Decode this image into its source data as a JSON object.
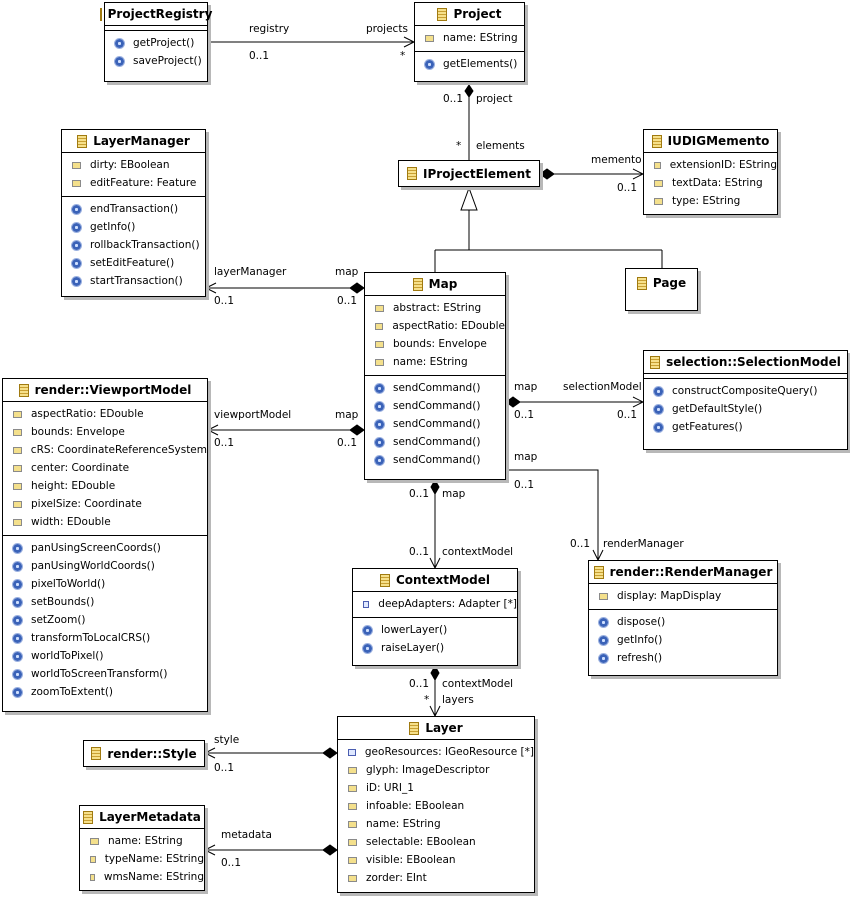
{
  "classes": {
    "projectRegistry": {
      "name": "ProjectRegistry",
      "attributes": [],
      "operations": [
        "getProject()",
        "saveProject()"
      ]
    },
    "project": {
      "name": "Project",
      "attributes": [
        "name: EString"
      ],
      "operations": [
        "getElements()"
      ]
    },
    "layerManager": {
      "name": "LayerManager",
      "attributes": [
        "dirty: EBoolean",
        "editFeature: Feature"
      ],
      "operations": [
        "endTransaction()",
        "getInfo()",
        "rollbackTransaction()",
        "setEditFeature()",
        "startTransaction()"
      ]
    },
    "iProjectElement": {
      "name": "IProjectElement"
    },
    "iudigMemento": {
      "name": "IUDIGMemento",
      "attributes": [
        "extensionID: EString",
        "textData: EString",
        "type: EString"
      ]
    },
    "map": {
      "name": "Map",
      "attributes": [
        "abstract: EString",
        "aspectRatio: EDouble",
        "bounds: Envelope",
        "name: EString"
      ],
      "operations": [
        "sendCommand()",
        "sendCommand()",
        "sendCommand()",
        "sendCommand()",
        "sendCommand()"
      ]
    },
    "page": {
      "name": "Page"
    },
    "selectionModel": {
      "name": "selection::SelectionModel",
      "attributes": [],
      "operations": [
        "constructCompositeQuery()",
        "getDefaultStyle()",
        "getFeatures()"
      ]
    },
    "viewportModel": {
      "name": "render::ViewportModel",
      "attributes": [
        "aspectRatio: EDouble",
        "bounds: Envelope",
        "cRS: CoordinateReferenceSystem",
        "center: Coordinate",
        "height: EDouble",
        "pixelSize: Coordinate",
        "width: EDouble"
      ],
      "operations": [
        "panUsingScreenCoords()",
        "panUsingWorldCoords()",
        "pixelToWorld()",
        "setBounds()",
        "setZoom()",
        "transformToLocalCRS()",
        "worldToPixel()",
        "worldToScreenTransform()",
        "zoomToExtent()"
      ]
    },
    "contextModel": {
      "name": "ContextModel",
      "attributes": [
        "deepAdapters: Adapter [*]"
      ],
      "operations": [
        "lowerLayer()",
        "raiseLayer()"
      ]
    },
    "renderManager": {
      "name": "render::RenderManager",
      "attributes": [
        "display: MapDisplay"
      ],
      "operations": [
        "dispose()",
        "getInfo()",
        "refresh()"
      ]
    },
    "style": {
      "name": "render::Style"
    },
    "layer": {
      "name": "Layer",
      "attributes": [
        "geoResources: IGeoResource [*]",
        "glyph: ImageDescriptor",
        "iD: URI_1",
        "infoable: EBoolean",
        "name: EString",
        "selectable: EBoolean",
        "visible: EBoolean",
        "zorder: EInt"
      ]
    },
    "layerMetadata": {
      "name": "LayerMetadata",
      "attributes": [
        "name: EString",
        "typeName: EString",
        "wmsName: EString"
      ]
    }
  },
  "labels": {
    "registry": "registry",
    "projects": "projects",
    "zeroOne": "0..1",
    "star": "*",
    "project": "project",
    "elements": "elements",
    "memento": "memento",
    "layerManager": "layerManager",
    "map": "map",
    "viewportModel": "viewportModel",
    "selectionModel": "selectionModel",
    "contextModel": "contextModel",
    "renderManager": "renderManager",
    "layers": "layers",
    "style": "style",
    "metadata": "metadata"
  },
  "colors": {
    "shadow": "#b8b8b8",
    "classIcon": "#f6e08a",
    "operationIcon": "#3a62b8"
  }
}
